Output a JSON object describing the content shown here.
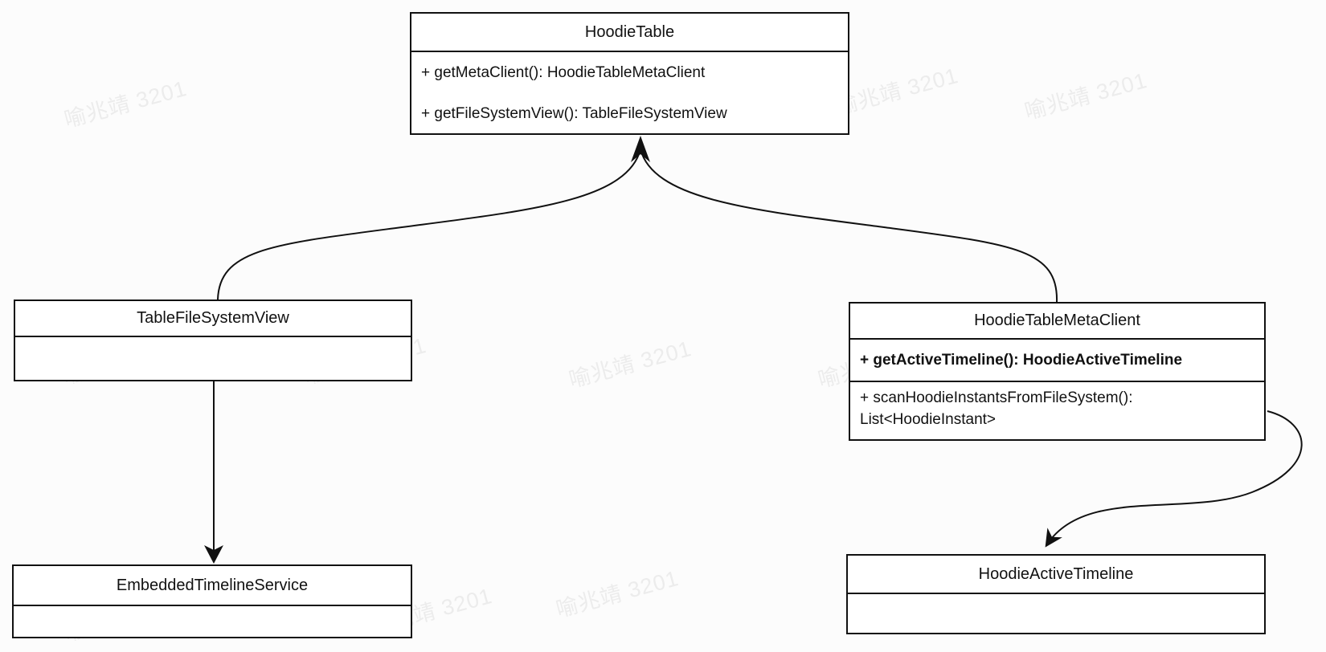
{
  "watermark": {
    "text": "喻兆靖 3201",
    "color": "#ececec"
  },
  "colors": {
    "line": "#111111",
    "box_fill": "#ffffff",
    "background": "#fcfcfc",
    "text": "#111111"
  },
  "boxes": {
    "hoodie_table": {
      "title": "HoodieTable",
      "methods": [
        "+ getMetaClient(): HoodieTableMetaClient",
        "+ getFileSystemView(): TableFileSystemView"
      ]
    },
    "table_file_system_view": {
      "title": "TableFileSystemView"
    },
    "hoodie_table_meta_client": {
      "title": "HoodieTableMetaClient",
      "methods": [
        "+ getActiveTimeline(): HoodieActiveTimeline",
        "+ scanHoodieInstantsFromFileSystem(): List<HoodieInstant>"
      ]
    },
    "embedded_timeline_service": {
      "title": "EmbeddedTimelineService"
    },
    "hoodie_active_timeline": {
      "title": "HoodieActiveTimeline"
    }
  },
  "relations": [
    {
      "from": "TableFileSystemView",
      "to": "HoodieTable",
      "type": "arrow"
    },
    {
      "from": "HoodieTableMetaClient",
      "to": "HoodieTable",
      "type": "arrow"
    },
    {
      "from": "TableFileSystemView",
      "to": "EmbeddedTimelineService",
      "type": "arrow"
    },
    {
      "from": "HoodieTableMetaClient",
      "to": "HoodieActiveTimeline",
      "type": "arrow"
    }
  ]
}
